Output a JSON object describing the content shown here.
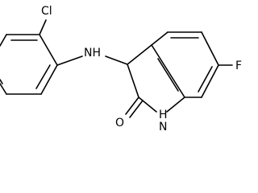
{
  "atom_labels": {
    "chlorine": "Cl",
    "amine": "NH",
    "fluorine": "F",
    "carbonyl_oxygen": "O",
    "ring_nitrogen": "NH"
  },
  "ring_nitrogen_h": "H",
  "ring_nitrogen_n": "N"
}
